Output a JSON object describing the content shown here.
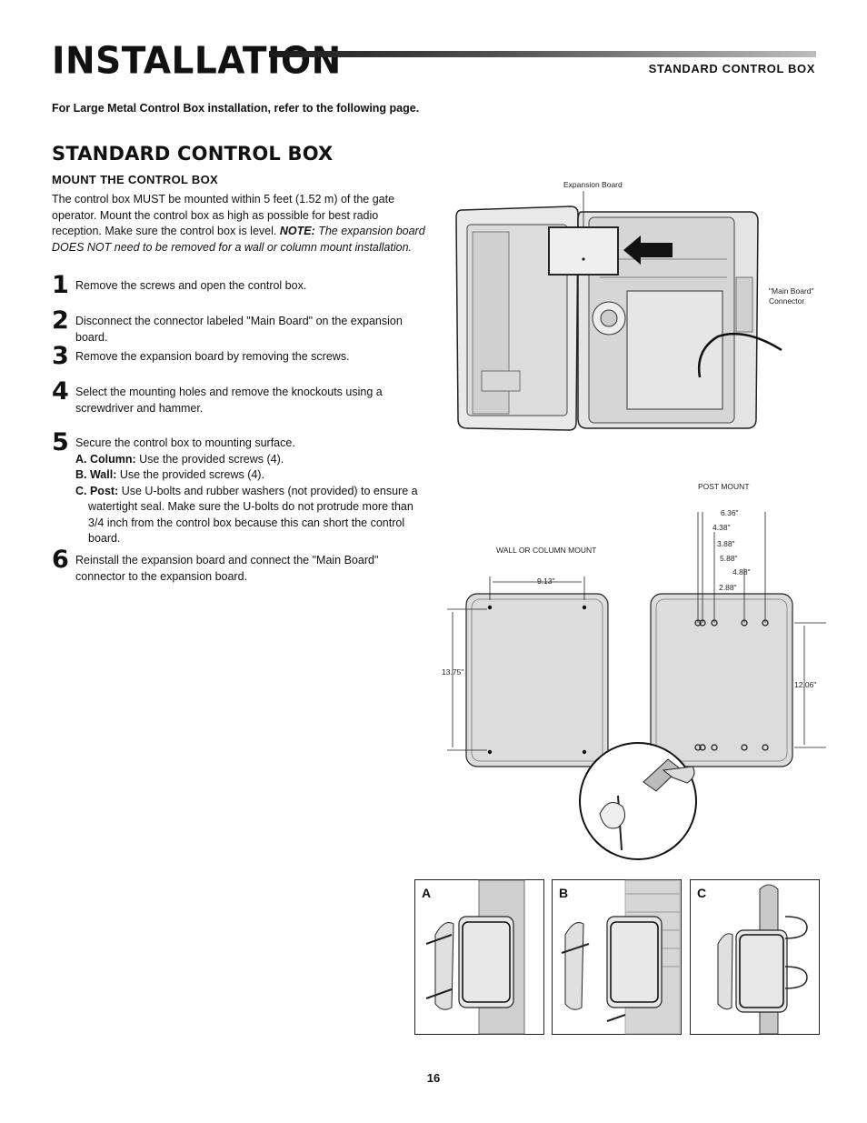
{
  "header": {
    "title": "INSTALLATION",
    "section": "STANDARD CONTROL BOX"
  },
  "intro_note": "For Large Metal Control Box installation, refer to the following page.",
  "section_heading": "STANDARD CONTROL BOX",
  "sub_heading": "MOUNT THE CONTROL BOX",
  "intro": {
    "text": "The control box MUST be mounted within 5 feet (1.52 m) of the gate operator. Mount the control box as high as possible for best radio reception. Make sure the control box is level.",
    "note_label": "NOTE:",
    "note_text": "The expansion board DOES NOT need to be removed for a wall or column mount installation."
  },
  "steps": [
    {
      "num": "1",
      "text": "Remove the screws and open the control box."
    },
    {
      "num": "2",
      "text": "Disconnect the connector labeled \"Main Board\" on the expansion board."
    },
    {
      "num": "3",
      "text": "Remove the expansion board by removing the screws."
    },
    {
      "num": "4",
      "text": "Select the mounting holes and remove the knockouts using a screwdriver and hammer."
    },
    {
      "num": "5",
      "text": "Secure the control box to mounting surface.",
      "items": [
        {
          "label": "A. Column:",
          "text": "Use the provided screws (4)."
        },
        {
          "label": "B. Wall:",
          "text": "Use the provided screws (4)."
        },
        {
          "label": "C. Post:",
          "text": "Use U-bolts and rubber washers (not provided) to ensure a watertight seal. Make sure the U-bolts do not protrude more than 3/4 inch from the control box because this can short the control board."
        }
      ]
    },
    {
      "num": "6",
      "text": "Reinstall the expansion board and connect the \"Main Board\" connector to the expansion board."
    }
  ],
  "figure_labels": {
    "expansion_board": "Expansion Board",
    "main_board_line1": "\"Main Board\"",
    "main_board_line2": "Connector",
    "wall_mount": "WALL OR COLUMN MOUNT",
    "post_mount": "POST MOUNT",
    "wall_width": "9.13\"",
    "wall_height": "13.75\"",
    "post_height": "12.06\"",
    "post_dims": [
      "6.36\"",
      "4.38\"",
      "3.88\"",
      "5.88\"",
      "4.88\"",
      "2.88\""
    ]
  },
  "panels": [
    "A",
    "B",
    "C"
  ],
  "page_number": "16"
}
